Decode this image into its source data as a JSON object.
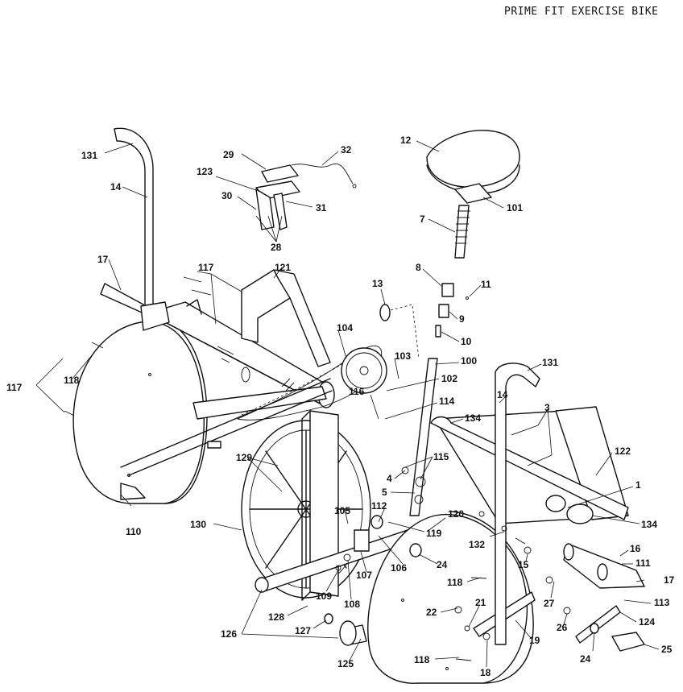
{
  "title": "PRIME FIT EXERCISE BIKE",
  "callouts": [
    {
      "id": "131a",
      "text": "131"
    },
    {
      "id": "14a",
      "text": "14"
    },
    {
      "id": "17a",
      "text": "17"
    },
    {
      "id": "117a",
      "text": "117"
    },
    {
      "id": "121",
      "text": "121"
    },
    {
      "id": "117b",
      "text": "117"
    },
    {
      "id": "118a",
      "text": "118"
    },
    {
      "id": "110",
      "text": "110"
    },
    {
      "id": "29",
      "text": "29"
    },
    {
      "id": "32",
      "text": "32"
    },
    {
      "id": "123",
      "text": "123"
    },
    {
      "id": "30",
      "text": "30"
    },
    {
      "id": "31",
      "text": "31"
    },
    {
      "id": "28",
      "text": "28"
    },
    {
      "id": "12",
      "text": "12"
    },
    {
      "id": "101",
      "text": "101"
    },
    {
      "id": "7",
      "text": "7"
    },
    {
      "id": "8",
      "text": "8"
    },
    {
      "id": "11",
      "text": "11"
    },
    {
      "id": "9",
      "text": "9"
    },
    {
      "id": "10",
      "text": "10"
    },
    {
      "id": "13",
      "text": "13"
    },
    {
      "id": "104",
      "text": "104"
    },
    {
      "id": "103",
      "text": "103"
    },
    {
      "id": "100",
      "text": "100"
    },
    {
      "id": "102",
      "text": "102"
    },
    {
      "id": "116",
      "text": "116"
    },
    {
      "id": "114",
      "text": "114"
    },
    {
      "id": "134a",
      "text": "134"
    },
    {
      "id": "131b",
      "text": "131"
    },
    {
      "id": "14b",
      "text": "14"
    },
    {
      "id": "3",
      "text": "3"
    },
    {
      "id": "122",
      "text": "122"
    },
    {
      "id": "1",
      "text": "1"
    },
    {
      "id": "134b",
      "text": "134"
    },
    {
      "id": "16",
      "text": "16"
    },
    {
      "id": "111",
      "text": "111"
    },
    {
      "id": "17b",
      "text": "17"
    },
    {
      "id": "113",
      "text": "113"
    },
    {
      "id": "124",
      "text": "124"
    },
    {
      "id": "25",
      "text": "25"
    },
    {
      "id": "24a",
      "text": "24"
    },
    {
      "id": "26",
      "text": "26"
    },
    {
      "id": "27",
      "text": "27"
    },
    {
      "id": "15",
      "text": "15"
    },
    {
      "id": "132",
      "text": "132"
    },
    {
      "id": "120",
      "text": "120"
    },
    {
      "id": "119",
      "text": "119"
    },
    {
      "id": "24b",
      "text": "24"
    },
    {
      "id": "112",
      "text": "112"
    },
    {
      "id": "115",
      "text": "115"
    },
    {
      "id": "4",
      "text": "4"
    },
    {
      "id": "5",
      "text": "5"
    },
    {
      "id": "129",
      "text": "129"
    },
    {
      "id": "130",
      "text": "130"
    },
    {
      "id": "105",
      "text": "105"
    },
    {
      "id": "106",
      "text": "106"
    },
    {
      "id": "107",
      "text": "107"
    },
    {
      "id": "109",
      "text": "109"
    },
    {
      "id": "108",
      "text": "108"
    },
    {
      "id": "128",
      "text": "128"
    },
    {
      "id": "127",
      "text": "127"
    },
    {
      "id": "126",
      "text": "126"
    },
    {
      "id": "125",
      "text": "125"
    },
    {
      "id": "118b",
      "text": "118"
    },
    {
      "id": "22",
      "text": "22"
    },
    {
      "id": "21",
      "text": "21"
    },
    {
      "id": "118c",
      "text": "118"
    },
    {
      "id": "18",
      "text": "18"
    },
    {
      "id": "19",
      "text": "19"
    }
  ]
}
